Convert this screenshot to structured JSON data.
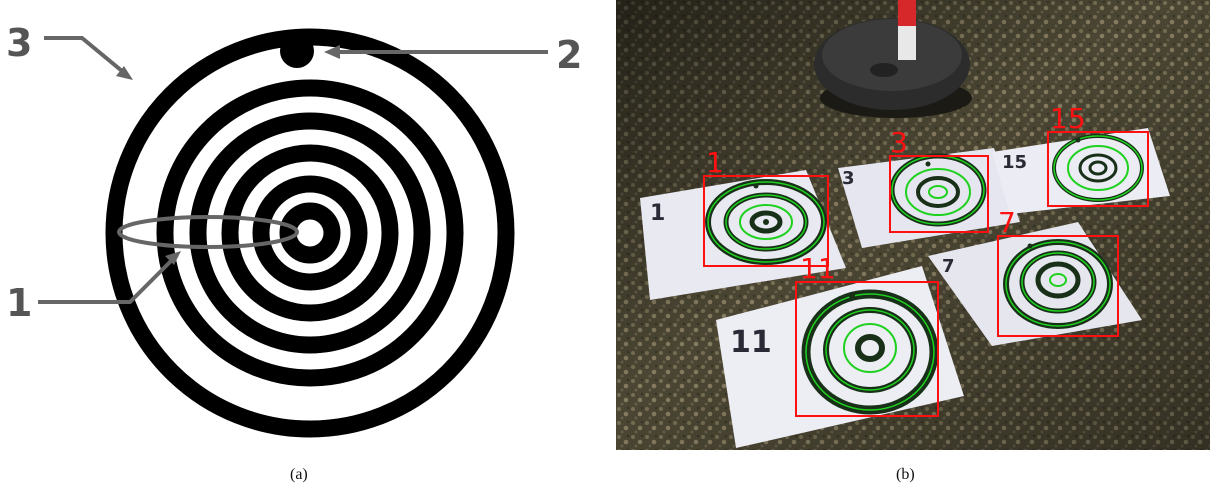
{
  "panel_a": {
    "caption": "(a)",
    "callouts": {
      "one": "1",
      "two": "2",
      "three": "3"
    },
    "colors": {
      "ring": "#000000",
      "callout": "#666666"
    }
  },
  "panel_b": {
    "caption": "(b)",
    "colors": {
      "bbox": "#ff1010",
      "ring_detected": "#1fd11f"
    },
    "markers": [
      {
        "printed_id": "1",
        "detected_label": "1"
      },
      {
        "printed_id": "3",
        "detected_label": "3"
      },
      {
        "printed_id": "15",
        "detected_label": "15"
      },
      {
        "printed_id": "7",
        "detected_label": "7"
      },
      {
        "printed_id": "11",
        "detected_label": "11"
      }
    ]
  }
}
